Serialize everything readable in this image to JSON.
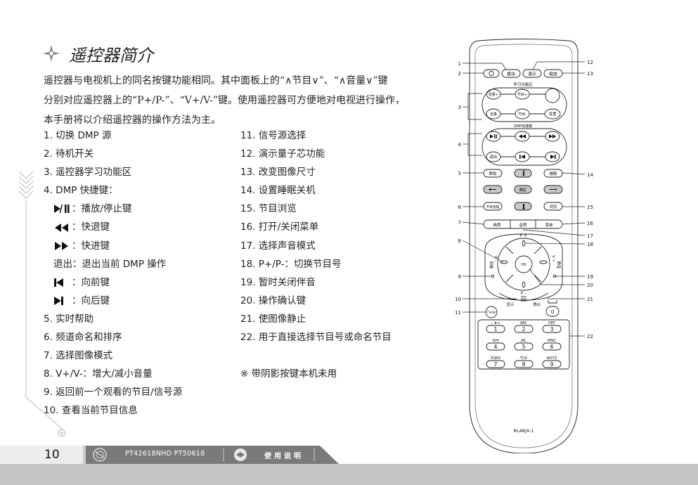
{
  "title": "遥控器简介",
  "intro_lines": [
    "遥控器与电视机上的同名按键功能相同。其中面板上的“∧节目∨”、“∧音量∨”键",
    "分别对应遥控器上的“P+/P-”、“V+/V-”键。使用遥控器可方便地对电视进行操作，",
    "本手册将以介绍遥控器的操作方法为主。"
  ],
  "left_items": [
    "1. 切换 DMP 源",
    "2. 待机开关",
    "3. 遥控器学习功能区",
    "4. DMP 快捷键：",
    "：播放/停止键",
    "：快退键",
    "：快进键",
    "退出：退出当前 DMP 操作",
    "：向前键",
    "：向后键",
    "5. 实时帮助",
    "6. 频道命名和排序",
    "7. 选择图像模式",
    "8. V+/V-：增大/减小音量",
    "9. 返回前一个观看的节目/信号源",
    "10. 查看当前节目信息"
  ],
  "right_items": [
    "11. 信号源选择",
    "12. 演示量子芯功能",
    "13. 改变图像尺寸",
    "14. 设置睡眠关机",
    "15. 节目浏览",
    "16. 打开/关闭菜单",
    "17. 选择声音模式",
    "18. P+/P-：切换节目号",
    "19. 暂时关闭伴音",
    "20. 操作确认键",
    "21. 使图像静止",
    "22. 用于直接选择节目号或命名节目",
    "",
    "※ 带阴影按键本机未用"
  ],
  "footer": {
    "page": "10",
    "model": "PT42618NHD PT50618",
    "manual": "使用说明"
  },
  "remote": {
    "callouts_left": [
      "1",
      "2",
      "3",
      "4",
      "5",
      "6",
      "7",
      "8",
      "9",
      "10",
      "11"
    ],
    "callouts_right": [
      "12",
      "13",
      "14",
      "15",
      "16",
      "17",
      "18",
      "19",
      "20",
      "21",
      "22"
    ],
    "btn_module": "模块",
    "btn_demo": "演示",
    "btn_zoom": "缩放",
    "learn_area": "学习功能区",
    "btn_vol_plus": "音量+",
    "btn_prog_plus": "节目+",
    "btn_vol_minus": "音量",
    "btn_prog_minus": "节目-",
    "btn_setup": "设置",
    "dmp_keys": "DMP快捷键",
    "btn_exit": "退出",
    "btn_help": "帮助",
    "btn_sleep": "睡眠",
    "btn_ok_cn": "确定",
    "btn_prog_manage": "节目管理",
    "btn_browse": "浏览",
    "btn_picture": "画质",
    "btn_sound": "音质",
    "btn_menu": "菜单",
    "p_plus": "P +",
    "p_minus": "P –",
    "v_minus": "V –",
    "v_plus": "V +",
    "recall": "回看",
    "mute": "静音",
    "ok": "OK",
    "display": "显示",
    "freeze": "静止",
    "tvav": "TV/AV",
    "zero": "0",
    "key_labels": [
      ".,'★+",
      "ABC",
      "DEF",
      "GHI",
      "JKL",
      "MNO",
      "PQRS",
      "TUV",
      "WXYZ"
    ],
    "key_digits": [
      "1",
      "2",
      "3",
      "4",
      "5",
      "6",
      "7",
      "8",
      "9"
    ],
    "model": "RL48JX-1"
  }
}
